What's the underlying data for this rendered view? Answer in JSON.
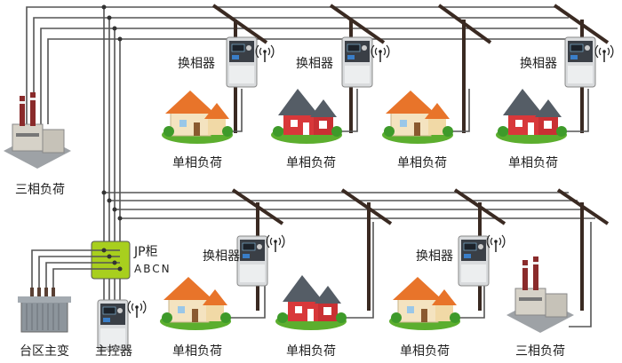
{
  "labels": {
    "three_phase_load": "三相负荷",
    "single_phase_load": "单相负荷",
    "phase_changer": "换相器",
    "jp_cabinet": "JP柜",
    "phases": "ABCN",
    "transformer": "台区主变",
    "main_controller": "主控器"
  },
  "colors": {
    "jp_box": "#a8cf1e",
    "house_roof_orange": "#e8742a",
    "house_roof_gray": "#555d66",
    "house_wall_red": "#d8383a",
    "house_wall_cream": "#f4e3c0",
    "grass": "#5cae2e",
    "pole": "#3a2a22"
  }
}
